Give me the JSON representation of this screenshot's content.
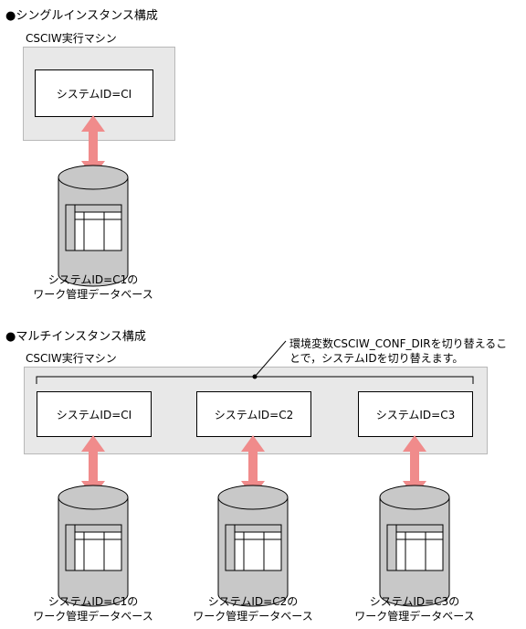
{
  "single": {
    "heading": "●シングルインスタンス構成",
    "machine_label": "CSCIW実行マシン",
    "system_box": "システムID=CI",
    "db_caption_line1": "システムID=C1の",
    "db_caption_line2": "ワーク管理データベース"
  },
  "multi": {
    "heading": "●マルチインスタンス構成",
    "machine_label": "CSCIW実行マシン",
    "note_line1": "環境変数CSCIW_CONF_DIRを切り替えるこ",
    "note_line2": "とで，システムIDを切り替えます。",
    "instances": [
      {
        "system_box": "システムID=CI",
        "db_caption_line1": "システムID=C1の",
        "db_caption_line2": "ワーク管理データベース"
      },
      {
        "system_box": "システムID=C2",
        "db_caption_line1": "システムID=C2の",
        "db_caption_line2": "ワーク管理データベース"
      },
      {
        "system_box": "システムID=C3",
        "db_caption_line1": "システムID=C3の",
        "db_caption_line2": "ワーク管理データベース"
      }
    ]
  },
  "colors": {
    "arrow": "#f08b8b",
    "machine_bg": "#e8e8e8",
    "db_gray": "#c8c8c8"
  }
}
